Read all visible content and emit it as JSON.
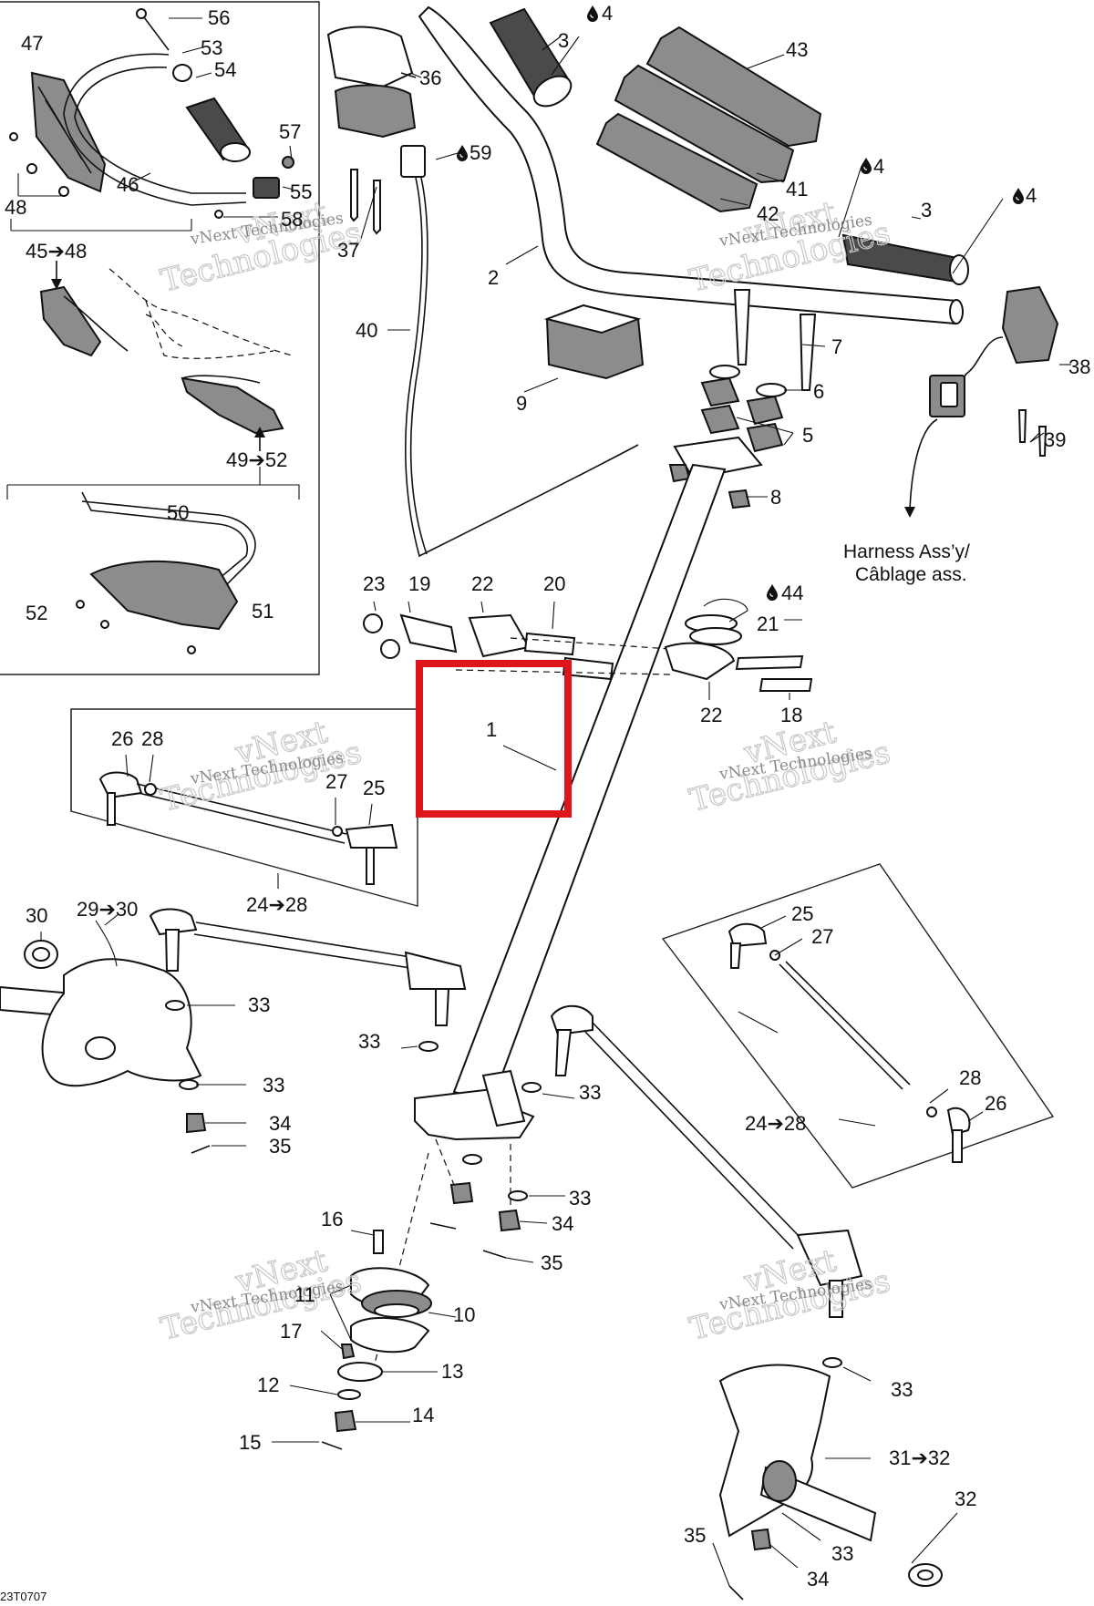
{
  "callouts": {
    "c56": "56",
    "c47": "47",
    "c53": "53",
    "c54": "54",
    "c57": "57",
    "c55": "55",
    "c46": "46",
    "c48": "48",
    "c58": "58",
    "c45_48": "45➔48",
    "c49_52": "49➔52",
    "c50": "50",
    "c52": "52",
    "c51": "51",
    "c36": "36",
    "c37": "37",
    "c59": "59",
    "c40": "40",
    "c3a": "3",
    "c4a": "4",
    "c2": "2",
    "c43": "43",
    "c41": "41",
    "c42": "42",
    "c4b": "4",
    "c3b": "3",
    "c4c": "4",
    "c9": "9",
    "c7": "7",
    "c6": "6",
    "c5": "5",
    "c8": "8",
    "c38": "38",
    "c39": "39",
    "c23": "23",
    "c19": "19",
    "c22a": "22",
    "c20": "20",
    "c44": "44",
    "c21": "21",
    "c22b": "22",
    "c18": "18",
    "c1": "1",
    "c26a": "26",
    "c28a": "28",
    "c27a": "27",
    "c25a": "25",
    "c24_28a": "24➔28",
    "c30": "30",
    "c29_30": "29➔30",
    "c33a": "33",
    "c33b": "33",
    "c33c": "33",
    "c34a": "34",
    "c35a": "35",
    "c25b": "25",
    "c27b": "27",
    "c28b": "28",
    "c26b": "26",
    "c24_28b": "24➔28",
    "c33d": "33",
    "c33e": "33",
    "c34b": "34",
    "c35b": "35",
    "c16": "16",
    "c11": "11",
    "c10": "10",
    "c17": "17",
    "c13": "13",
    "c12": "12",
    "c14": "14",
    "c15": "15",
    "c33f": "33",
    "c31_32": "31➔32",
    "c32": "32",
    "c35c": "35",
    "c33g": "33",
    "c34c": "34"
  },
  "harness_note": {
    "line1": "Harness Ass’y/",
    "line2": "Câblage ass."
  },
  "watermark": {
    "line1": "vNext",
    "line2": "Technologies",
    "small": "vNext Technologies"
  },
  "drawing_code": "23T0707",
  "icons": {
    "lubricant": "oil-drop-icon",
    "arrow": "arrow-right-icon"
  },
  "colors": {
    "highlight_box": "#e0151b",
    "line_art": "#111111",
    "watermark": "#c8c8c8"
  }
}
